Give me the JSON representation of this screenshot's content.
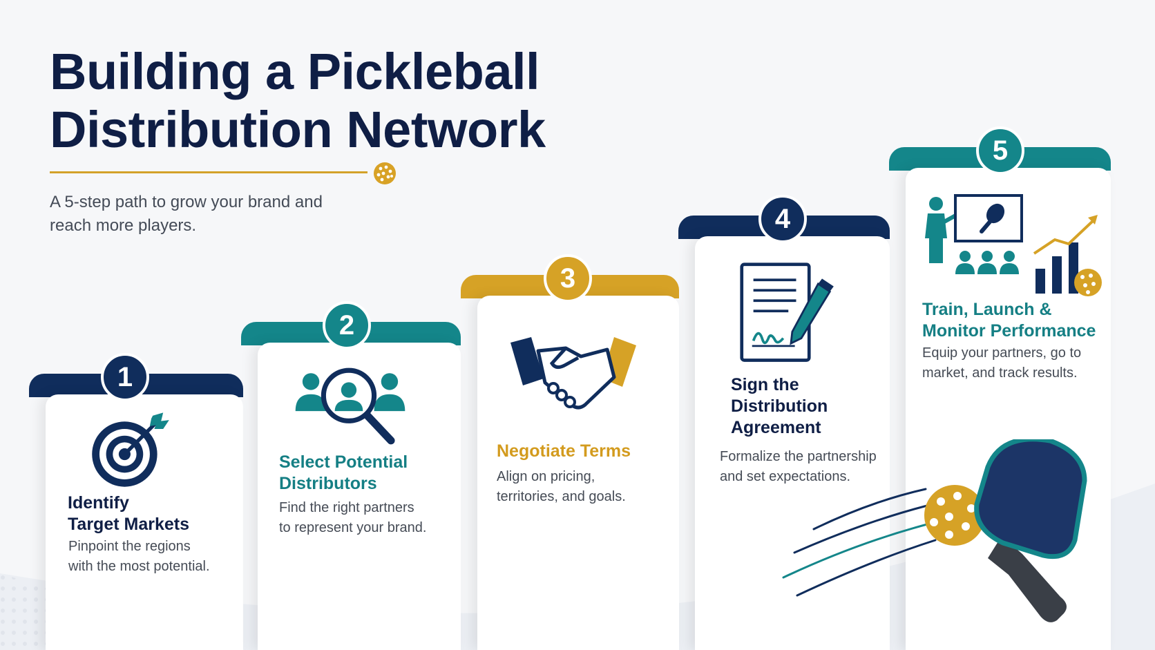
{
  "title_lines": [
    "Building a Pickleball",
    "Distribution Network"
  ],
  "subtitle_lines": [
    "A 5-step path to grow your brand and",
    "reach more players."
  ],
  "colors": {
    "navy": "#102d5c",
    "teal": "#14868a",
    "gold": "#d6a226",
    "title": "#0f1e45"
  },
  "steps": [
    {
      "number": "1",
      "color": "navy",
      "icon": "target-arrow-icon",
      "title_lines": [
        "Identify",
        "Target Markets"
      ],
      "desc_lines": [
        "Pinpoint the regions",
        "with the most potential."
      ]
    },
    {
      "number": "2",
      "color": "teal",
      "icon": "people-search-icon",
      "title_lines": [
        "Select Potential",
        "Distributors"
      ],
      "desc_lines": [
        "Find the right partners",
        "to represent your brand."
      ]
    },
    {
      "number": "3",
      "color": "gold",
      "icon": "handshake-icon",
      "title_lines": [
        "Negotiate Terms"
      ],
      "desc_lines": [
        "Align on pricing,",
        "territories, and goals."
      ]
    },
    {
      "number": "4",
      "color": "navy",
      "icon": "signed-document-icon",
      "title_lines": [
        "Sign the",
        "Distribution",
        "Agreement"
      ],
      "desc_lines": [
        "Formalize the partnership",
        "and set expectations."
      ]
    },
    {
      "number": "5",
      "color": "teal",
      "icon": "training-growth-icon",
      "title_lines": [
        "Train, Launch &",
        "Monitor Performance"
      ],
      "desc_lines": [
        "Equip your partners, go to",
        "market, and track results."
      ]
    }
  ]
}
